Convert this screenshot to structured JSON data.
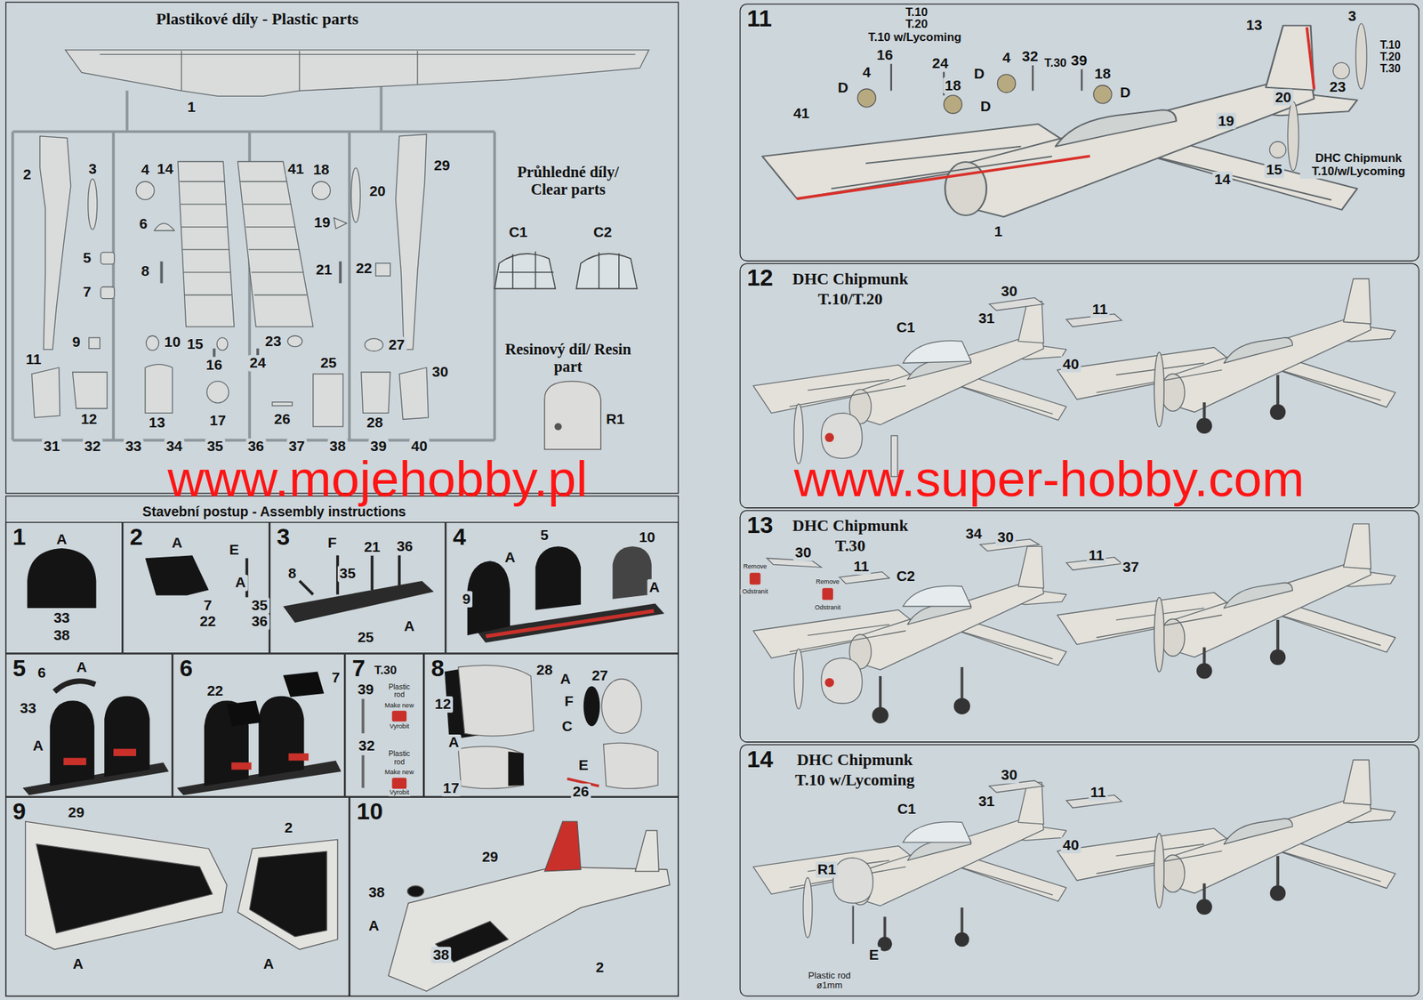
{
  "diagram": {
    "nodes": [
      {
        "text": [
          "Plastikové díly - Plastic parts"
        ]
      },
      {
        "text": [
          "Stavební postup - Assembly instructions"
        ]
      },
      {
        "text": [
          "1"
        ],
        "in": 1
      },
      {
        "text": [
          "2"
        ],
        "in": 1
      },
      {
        "text": [
          "3"
        ],
        "in": 1
      },
      {
        "text": [
          "4"
        ],
        "in": 1
      },
      {
        "text": [
          "5"
        ],
        "in": 1
      },
      {
        "text": [
          "6"
        ],
        "in": 1
      },
      {
        "text": [
          "7",
          "T.30"
        ],
        "in": 1
      },
      {
        "text": [
          "8"
        ],
        "in": 1
      },
      {
        "text": [
          "9"
        ],
        "in": 1
      },
      {
        "text": [
          "10"
        ],
        "in": 1
      },
      {
        "text": [
          "11"
        ]
      },
      {
        "text": [
          "12",
          "DHC Chipmunk T.10/T.20"
        ]
      },
      {
        "text": [
          "13",
          "DHC Chipmunk T.30"
        ]
      },
      {
        "text": [
          "14",
          "DHC Chipmunk T.10 w/Lycoming"
        ]
      }
    ],
    "labels": [
      "1",
      "2",
      "3",
      "4",
      "14",
      "41",
      "18",
      "29",
      "20",
      "6",
      "19",
      "5",
      "8",
      "21",
      "22",
      "7",
      "9",
      "10",
      "15",
      "23",
      "27",
      "11",
      "16",
      "24",
      "25",
      "30",
      "12",
      "13",
      "17",
      "26",
      "28",
      "31",
      "32",
      "33",
      "34",
      "35",
      "36",
      "37",
      "38",
      "39",
      "40",
      "Průhledné díly/ Clear parts",
      "C1",
      "C2",
      "Resinový díl/ Resin part",
      "R1",
      "www.mojehobby.pl",
      "www.super-hobby.com",
      "A",
      "33",
      "38",
      "A",
      "7",
      "22",
      "E",
      "A",
      "35",
      "36",
      "F",
      "21",
      "36",
      "8",
      "35",
      "25",
      "A",
      "5",
      "10",
      "A",
      "A",
      "9",
      "6",
      "A",
      "33",
      "A",
      "22",
      "7",
      "39",
      "Plastic rod",
      "Make new",
      "Vyrobit",
      "32",
      "Plastic rod",
      "Make new",
      "Vyrobit",
      "28",
      "12",
      "A",
      "A",
      "27",
      "F",
      "C",
      "17",
      "E",
      "26",
      "29",
      "A",
      "2",
      "A",
      "38",
      "A",
      "29",
      "38",
      "2",
      "T.10",
      "T.20",
      "T.10 w/Lycoming",
      "16",
      "24",
      "4",
      "D",
      "18",
      "D",
      "T.30",
      "4",
      "32",
      "39",
      "D",
      "18",
      "D",
      "13",
      "19",
      "41",
      "14",
      "1",
      "3",
      "T.10",
      "T.20",
      "T.30",
      "23",
      "20",
      "15",
      "DHC Chipmunk T.10/w/Lycoming",
      "30",
      "C1",
      "31",
      "11",
      "40",
      "34",
      "30",
      "30",
      "11",
      "Remove",
      "Odstranit",
      "Remove",
      "Odstranit",
      "C2",
      "11",
      "37",
      "30",
      "C1",
      "31",
      "11",
      "40",
      "R1",
      "E",
      "Plastic rod ø1mm"
    ]
  }
}
